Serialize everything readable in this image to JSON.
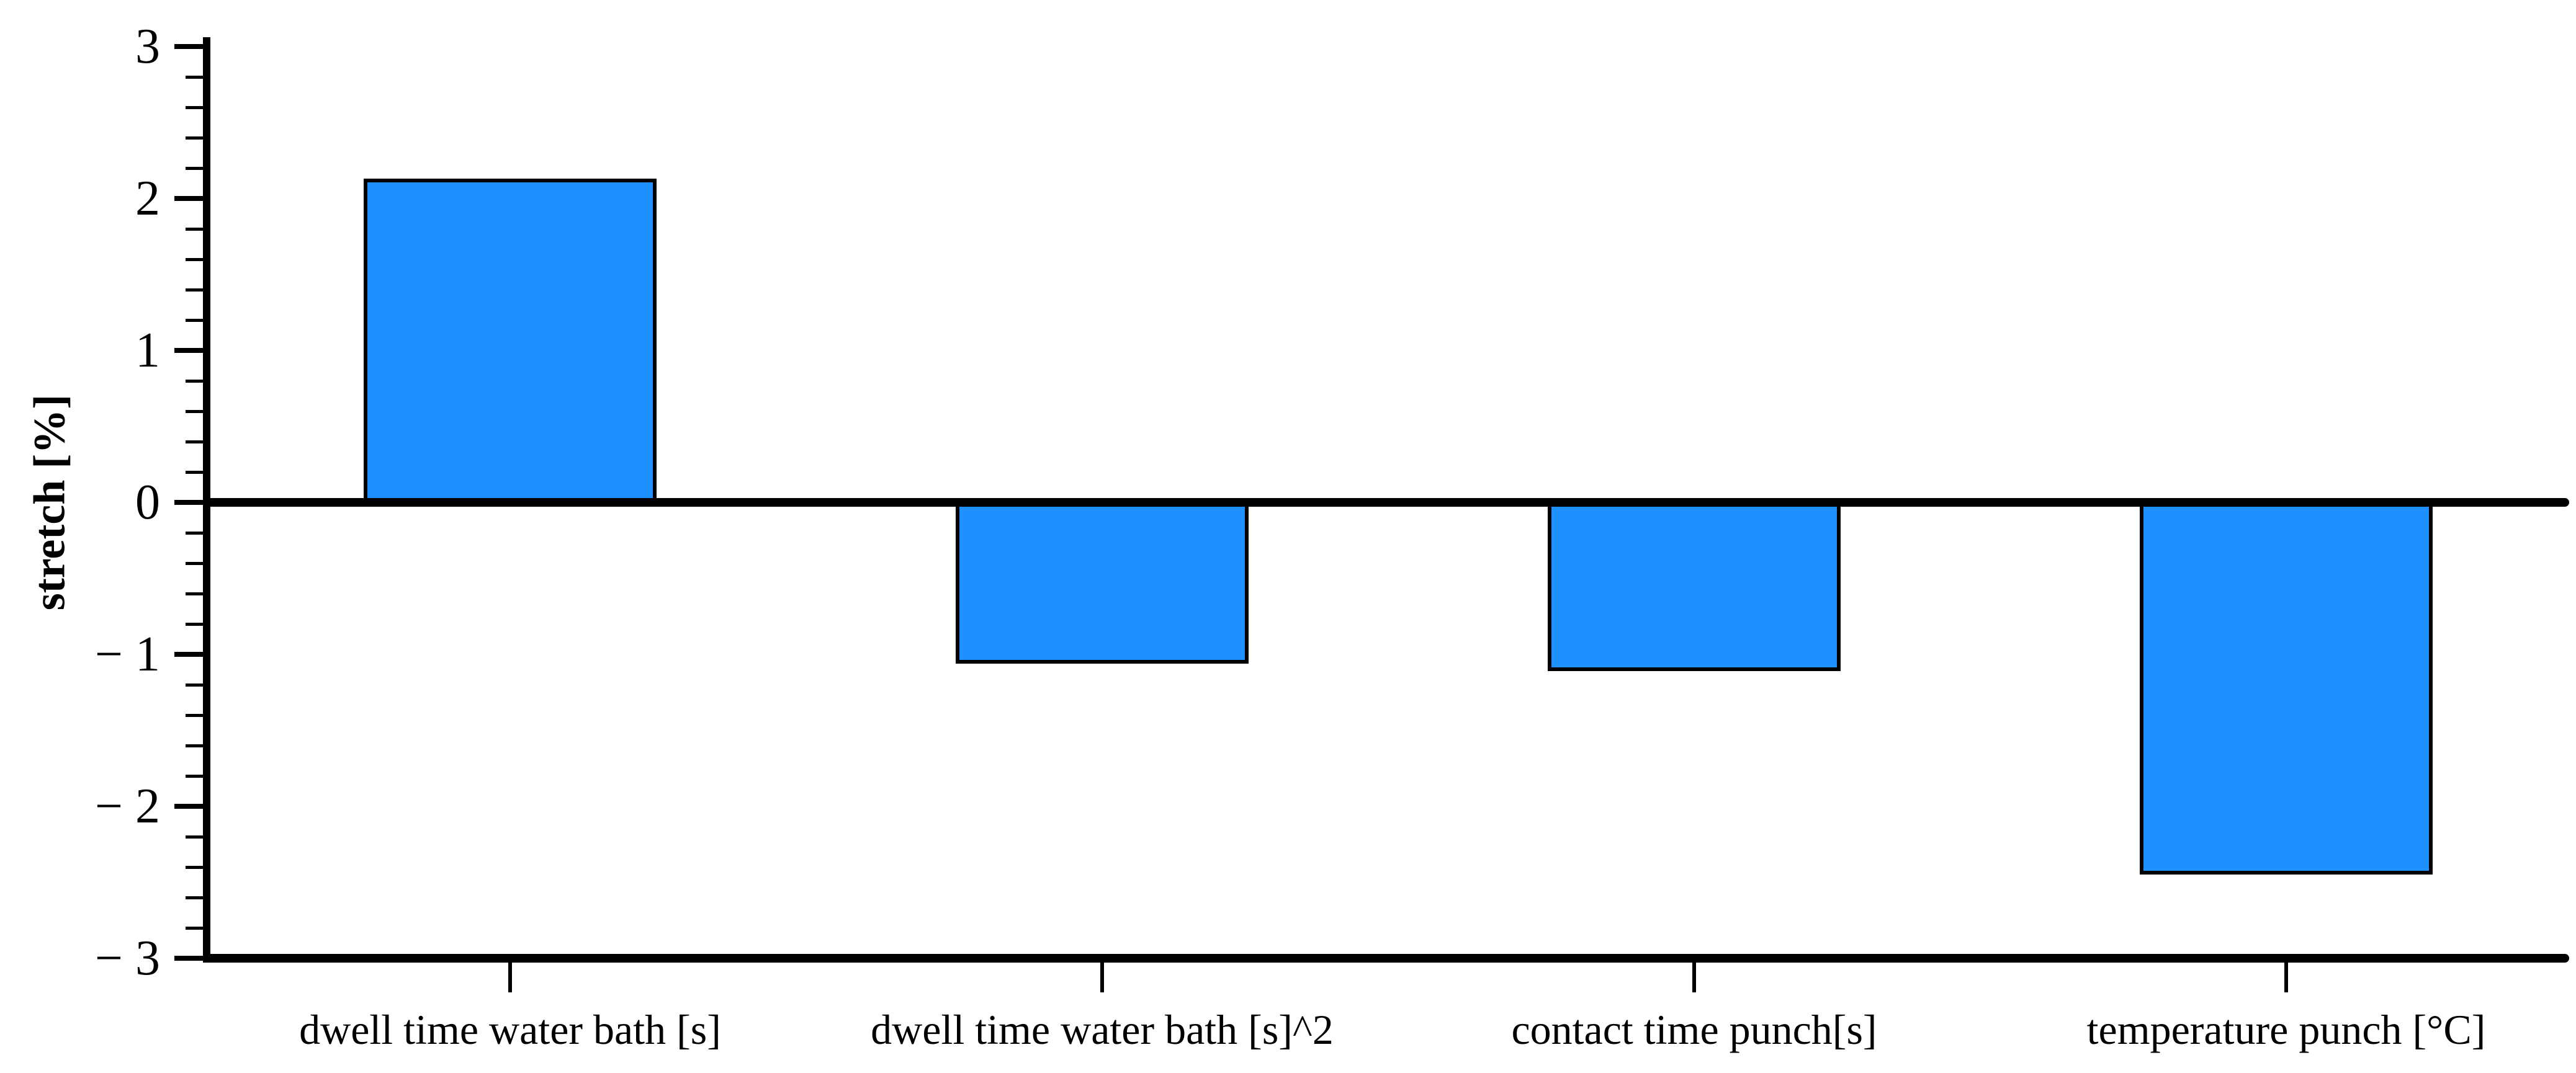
{
  "chart_data": {
    "type": "bar",
    "title": "",
    "xlabel": "",
    "ylabel": "stretch [%]",
    "categories": [
      "dwell time water bath [s]",
      "dwell time water bath [s]^2",
      "contact time punch[s]",
      "temperature punch [°C]"
    ],
    "values": [
      2.13,
      -1.06,
      -1.11,
      -2.45
    ],
    "ylim": [
      -3,
      3
    ],
    "y_major_tick_step": 1,
    "y_minor_tick_step": 0.2,
    "y_tick_labels": [
      "3",
      "2",
      "1",
      "0",
      "− 1",
      "− 2",
      "− 3"
    ],
    "grid": false,
    "legend": "none",
    "bar_color": "#1e90ff",
    "bar_edge_color": "#000000",
    "axis_color": "#000000",
    "background_color": "#ffffff"
  }
}
